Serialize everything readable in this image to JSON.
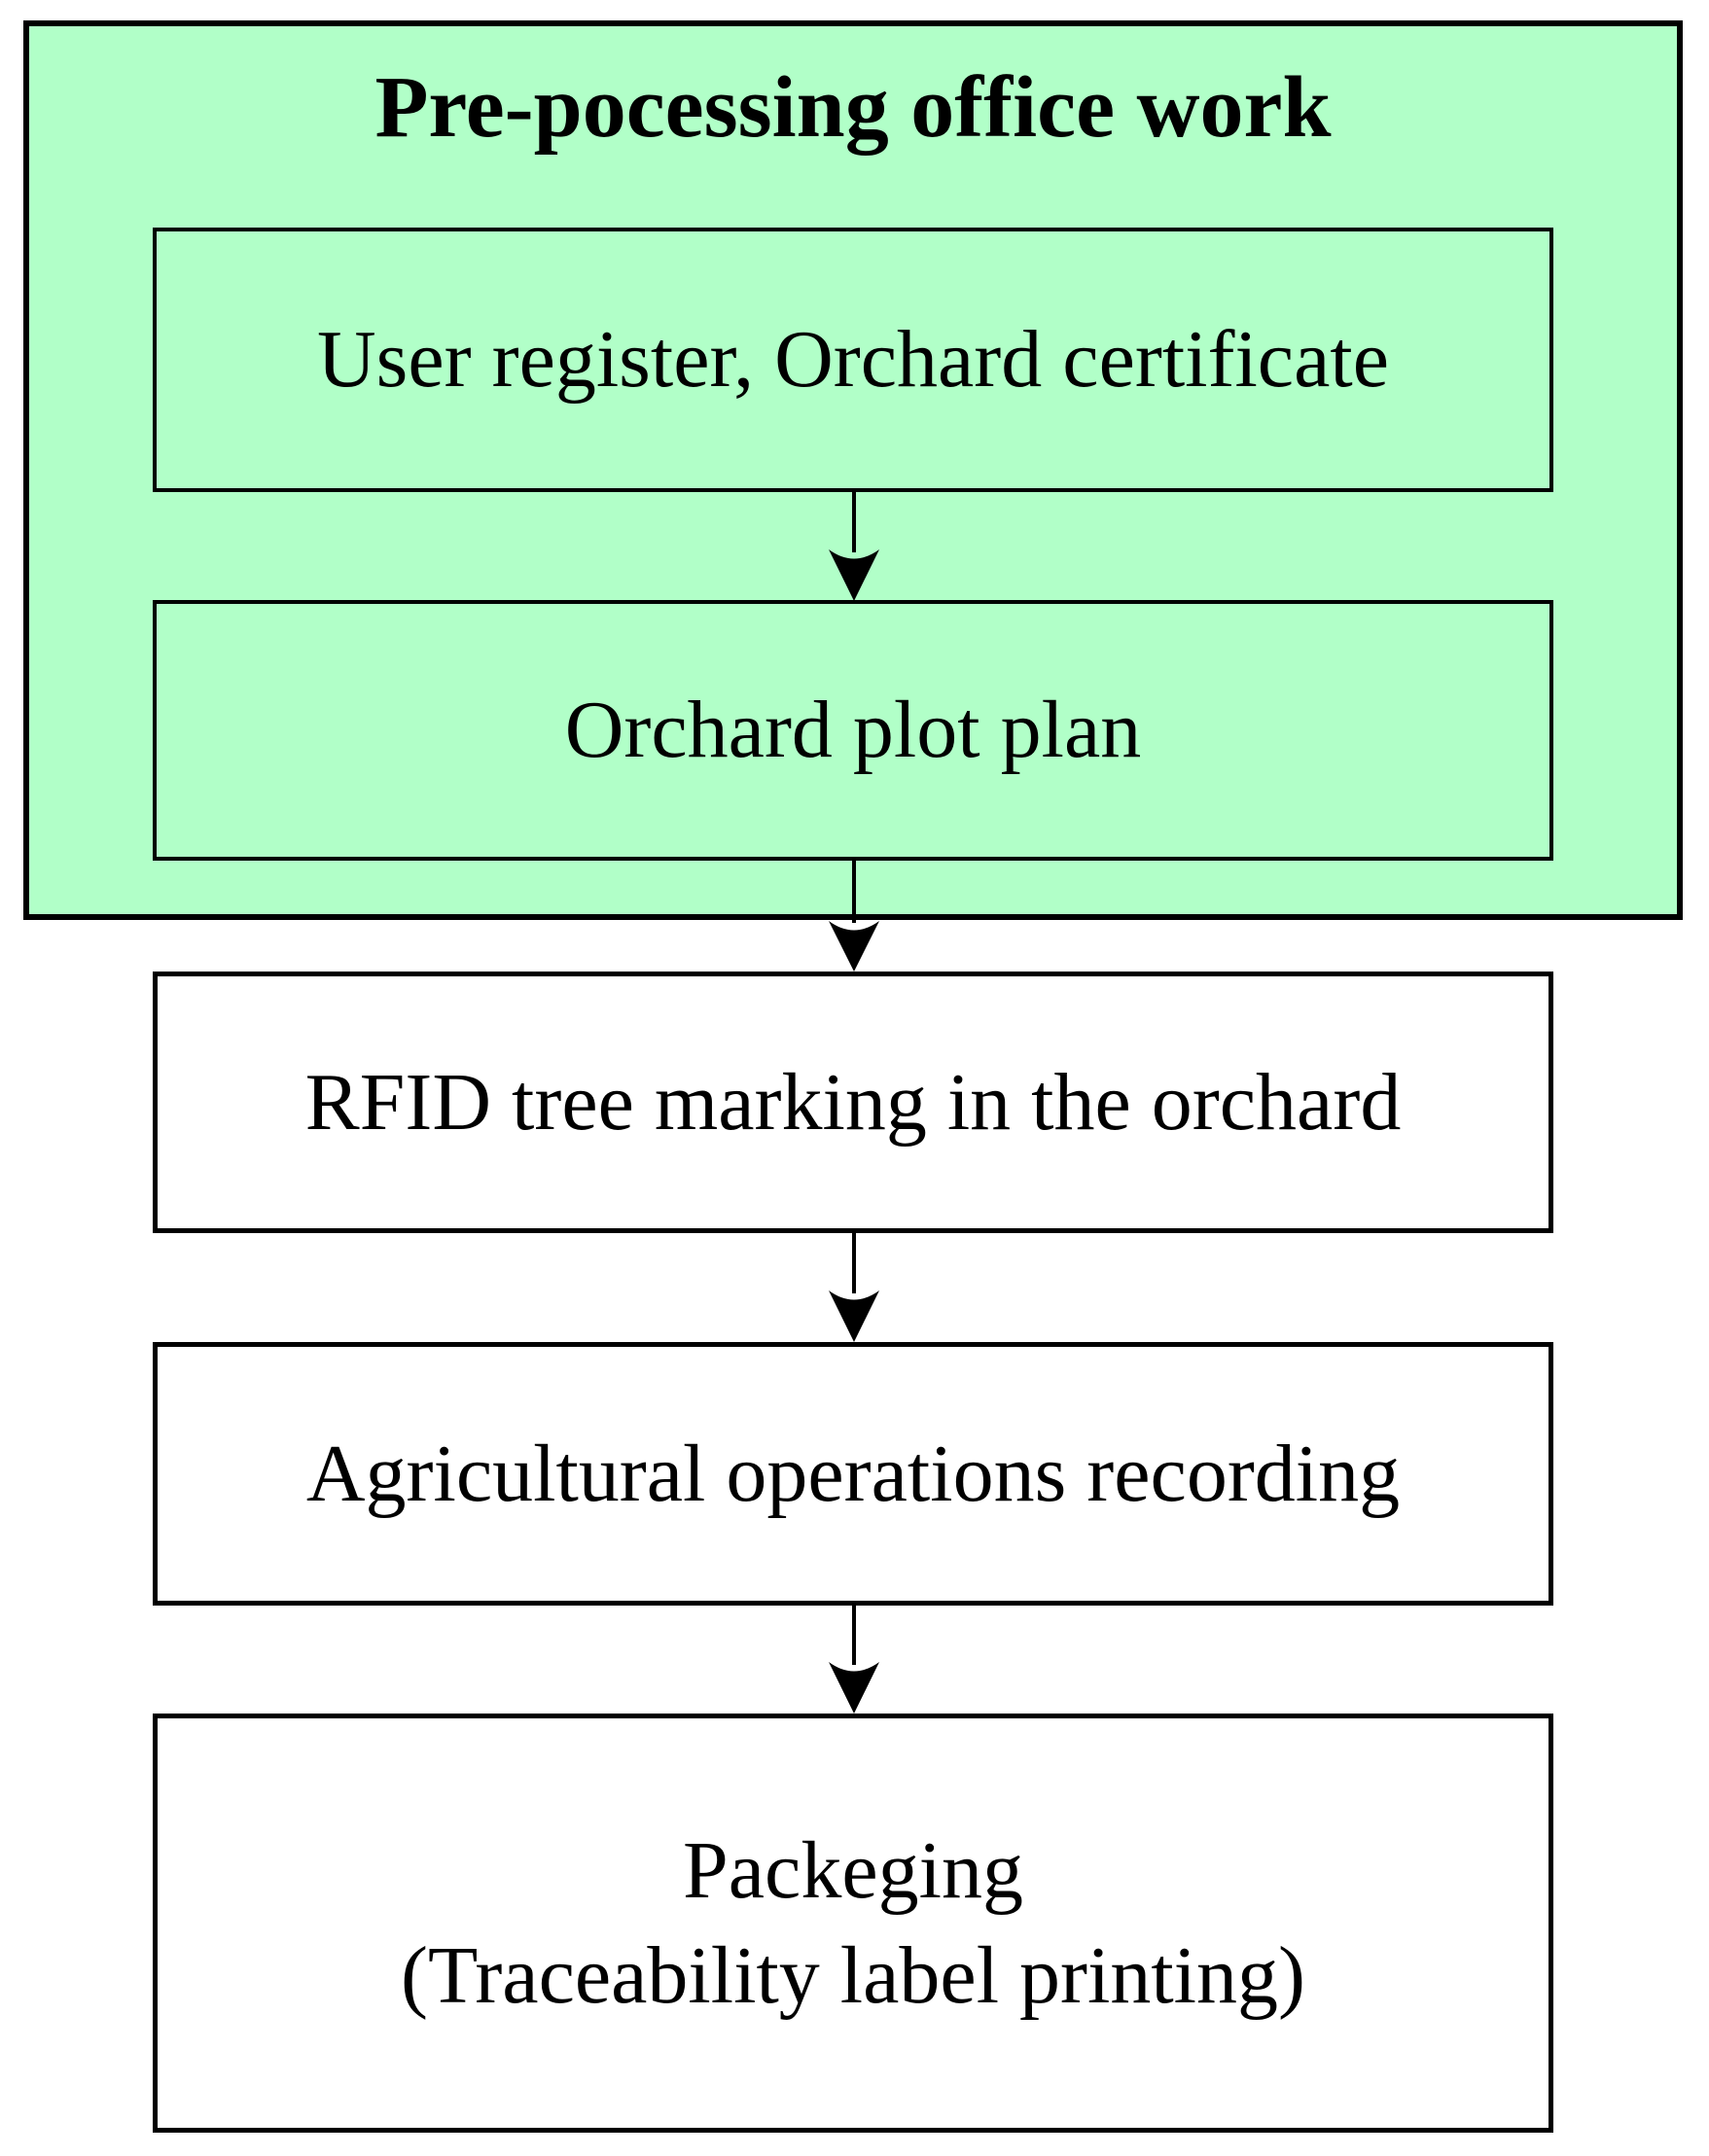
{
  "diagram": {
    "title": "Pre-pocessing office work",
    "nodes": [
      {
        "id": "user-register",
        "label": "User register, Orchard certificate"
      },
      {
        "id": "orchard-plot-plan",
        "label": "Orchard plot plan"
      },
      {
        "id": "rfid-tree-marking",
        "label": "RFID tree marking in the orchard"
      },
      {
        "id": "agricultural-operations",
        "label": "Agricultural operations recording"
      },
      {
        "id": "packaging",
        "label_line1": "Packeging",
        "label_line2": "(Traceability label printing)"
      }
    ],
    "colors": {
      "preprocessing_fill": "#B1FFC8",
      "node_fill_white": "#FFFFFF",
      "border": "#000000"
    }
  }
}
